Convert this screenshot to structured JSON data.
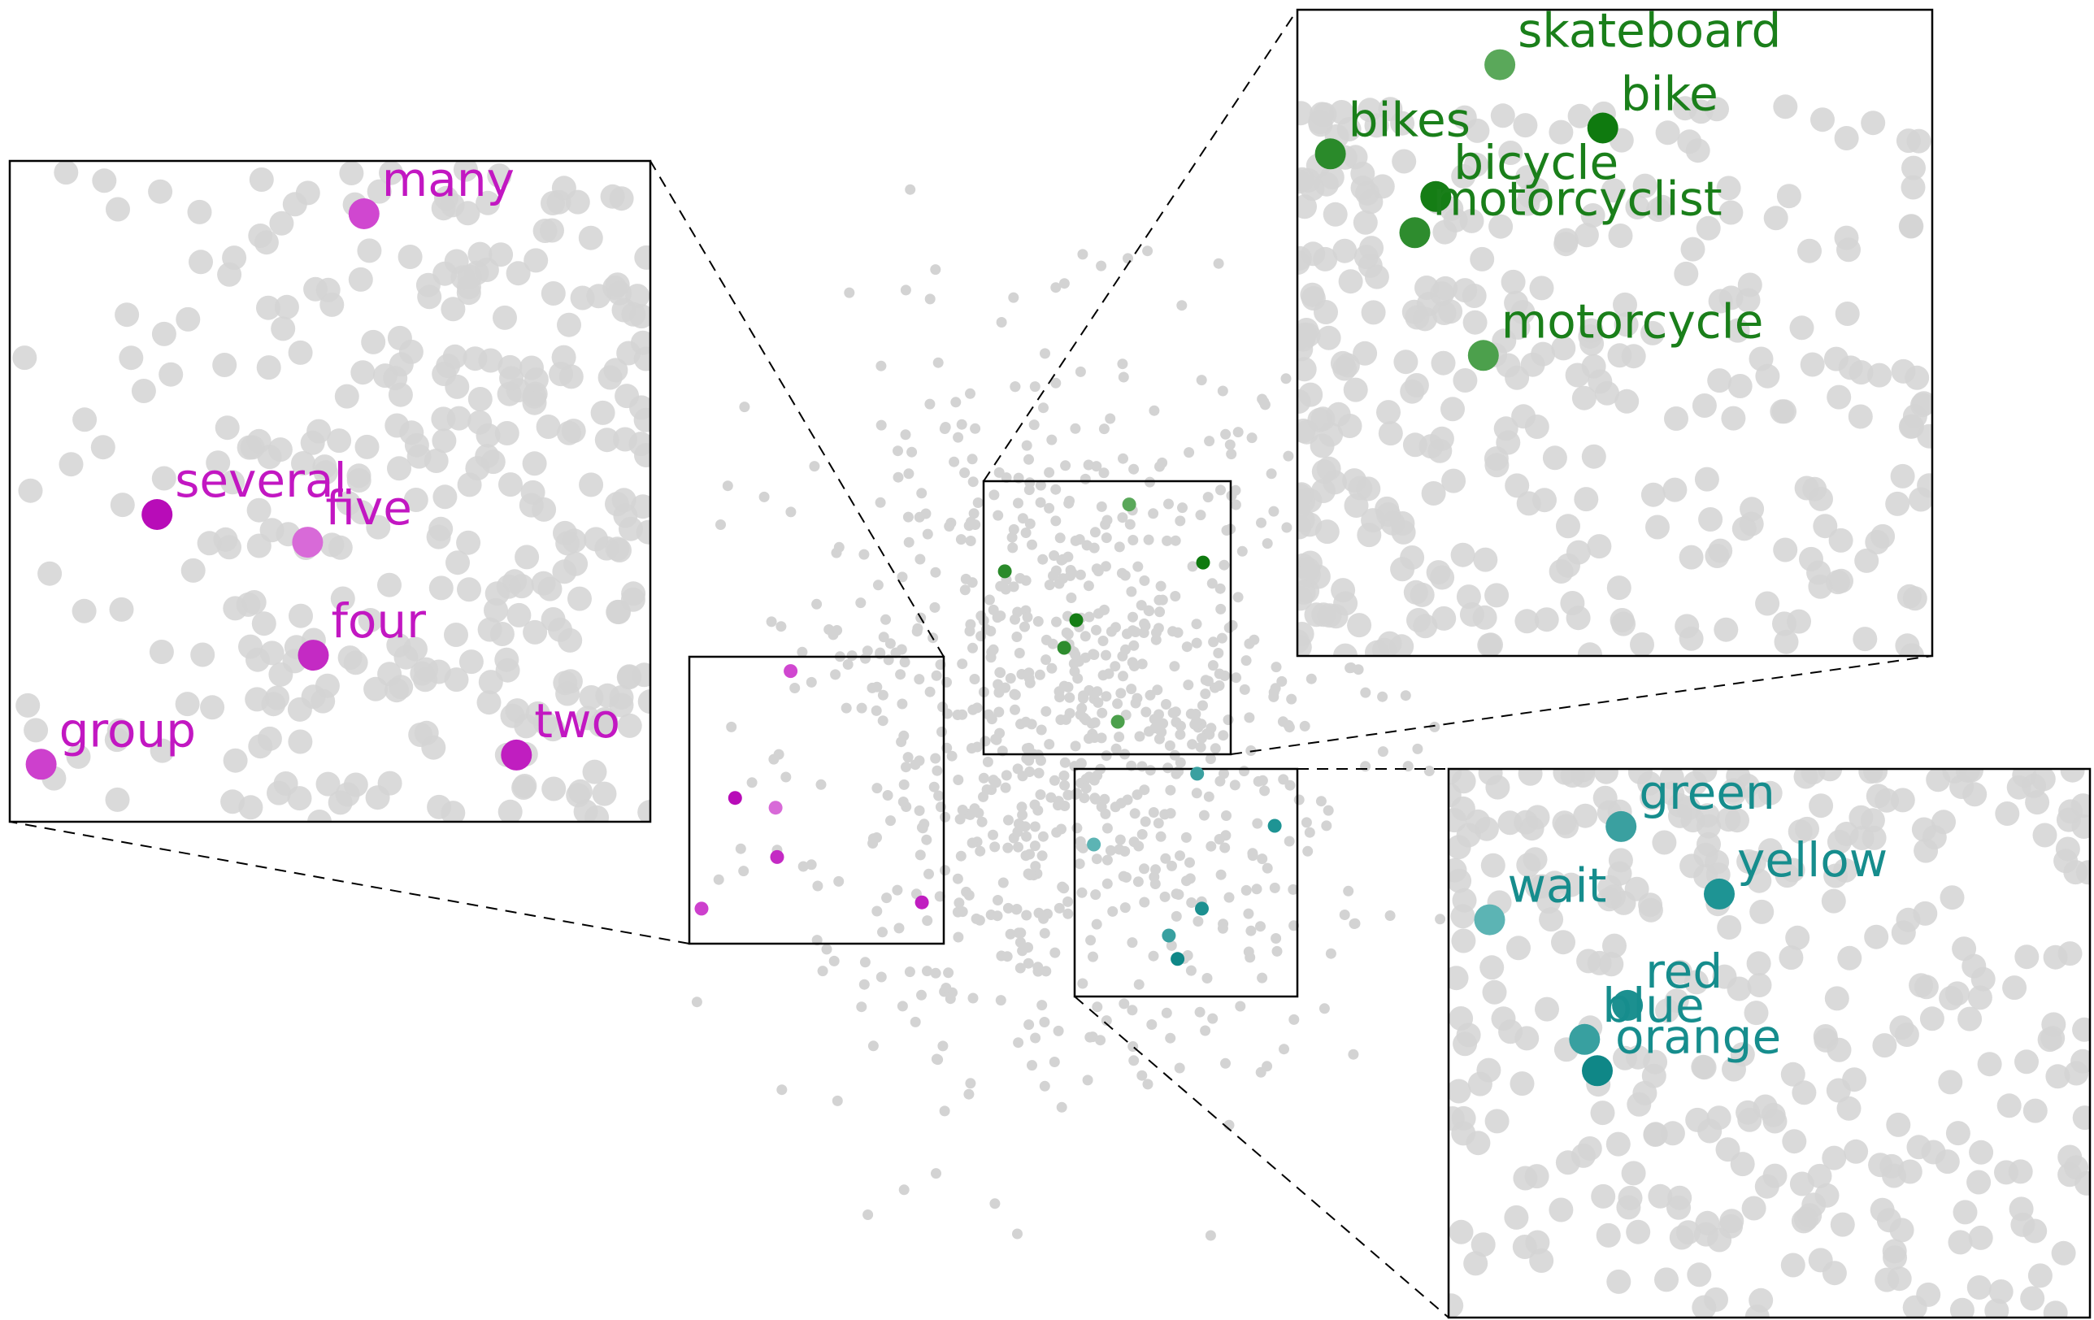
{
  "chart_data": {
    "type": "scatter",
    "title": "",
    "xlabel": "",
    "ylabel": "",
    "grid": false,
    "axes_visible": false,
    "background_points": {
      "color": "#d3d3d3",
      "description_count": 900
    },
    "series": [
      {
        "name": "",
        "color": "#c217c2",
        "points": [
          {
            "label": "many",
            "shade": "#d047d0"
          },
          {
            "label": "several",
            "shade": "#b80cb8"
          },
          {
            "label": "five",
            "shade": "#d86ad8"
          },
          {
            "label": "four",
            "shade": "#c42ac4"
          },
          {
            "label": "group",
            "shade": "#cd40cd"
          },
          {
            "label": "two",
            "shade": "#c01ec0"
          }
        ]
      },
      {
        "name": "",
        "color": "#1a7f1a",
        "points": [
          {
            "label": "skateboard",
            "shade": "#5aa85a"
          },
          {
            "label": "bike",
            "shade": "#0f7a0f"
          },
          {
            "label": "bikes",
            "shade": "#2a8a2a"
          },
          {
            "label": "bicycle",
            "shade": "#157d15"
          },
          {
            "label": "motorcyclist",
            "shade": "#2e8c2e"
          },
          {
            "label": "motorcycle",
            "shade": "#4ca04c"
          }
        ]
      },
      {
        "name": "",
        "color": "#168d8d",
        "points": [
          {
            "label": "green",
            "shade": "#3aa0a0"
          },
          {
            "label": "yellow",
            "shade": "#1e9494"
          },
          {
            "label": "wait",
            "shade": "#5cb4b4"
          },
          {
            "label": "red",
            "shade": "#1c9090"
          },
          {
            "label": "blue",
            "shade": "#38a0a0"
          },
          {
            "label": "orange",
            "shade": "#0f8787"
          }
        ]
      }
    ]
  }
}
